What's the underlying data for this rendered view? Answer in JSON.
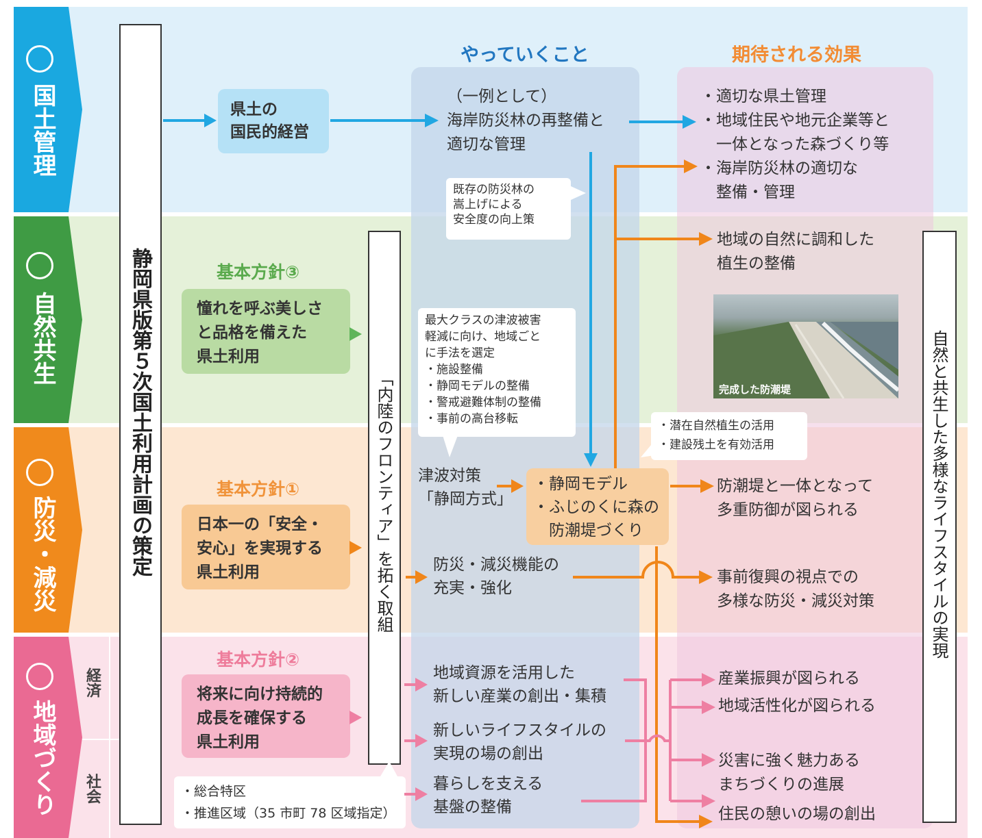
{
  "rows": {
    "kokudo": "国土管理",
    "shizen": "自然共生",
    "bousai": "防災・減災",
    "chiiki": "地域づくり",
    "keizai": "経済",
    "shakai": "社会"
  },
  "plan_title": "静岡県版第５次国土利用計画の策定",
  "frontier_title": "「内陸のフロンティア」を拓く取組",
  "lifestyle_title": "自然と共生した多様なライフスタイルの実現",
  "headers": {
    "doing": "やっていくこと",
    "effects": "期待される効果"
  },
  "kenmin": "県土の\n国民的経営",
  "policies": {
    "p3_label": "基本方針③",
    "p3_text": "憧れを呼ぶ美しさ\nと品格を備えた\n県土利用",
    "p1_label": "基本方針①",
    "p1_text": "日本一の「安全・\n安心」を実現する\n県土利用",
    "p2_label": "基本方針②",
    "p2_text": "将来に向け持続的\n成長を確保する\n県土利用"
  },
  "actions": {
    "example": "（一例として）\n海岸防災林の再整備と\n適切な管理",
    "tsunami": "津波対策\n「静岡方式」",
    "model": "・静岡モデル\n・ふじのくに森の\n　防潮堤づくり",
    "bousai_func": "防災・減災機能の\n充実・強化",
    "resource": "地域資源を活用した\n新しい産業の創出・集積",
    "lifestyle": "新しいライフスタイルの\n実現の場の創出",
    "infra": "暮らしを支える\n基盤の整備"
  },
  "notes": {
    "kasa": "既存の防災林の\n嵩上げによる\n安全度の向上策",
    "max_class": "最大クラスの津波被害\n軽減に向け、地域ごと\nに手法を選定\n・施設整備\n・静岡モデルの整備\n・警戒避難体制の整備\n・事前の高台移転",
    "senzai": "・潜在自然植生の活用\n・建設残土を有効活用",
    "tokku": "・総合特区\n・推進区域（35 市町 78 区域指定）"
  },
  "effects": {
    "kokudo": "・適切な県土管理\n・地域住民や地元企業等と\n　一体となった森づくり等\n・海岸防災林の適切な\n　整備・管理",
    "shizen": "地域の自然に調和した\n植生の整備",
    "photo_caption": "完成した防潮堤",
    "bouchou": "防潮堤と一体となって\n多重防御が図られる",
    "jizen": "事前復興の視点での\n多様な防災・減災対策",
    "sangyo": "産業振興が図られる",
    "kassei": "地域活性化が図られる",
    "saigai": "災害に強く魅力ある\nまちづくりの進展",
    "ikoi": "住民の憩いの場の創出"
  },
  "colors": {
    "blue": "#1aa8e0",
    "green": "#3f9b44",
    "orange": "#f08a1c",
    "pink": "#ea6a93",
    "arrow_blue": "#21a7e2",
    "arrow_orange": "#f0861a",
    "arrow_pink": "#ee7fa2",
    "arrow_green": "#5fb55a"
  }
}
